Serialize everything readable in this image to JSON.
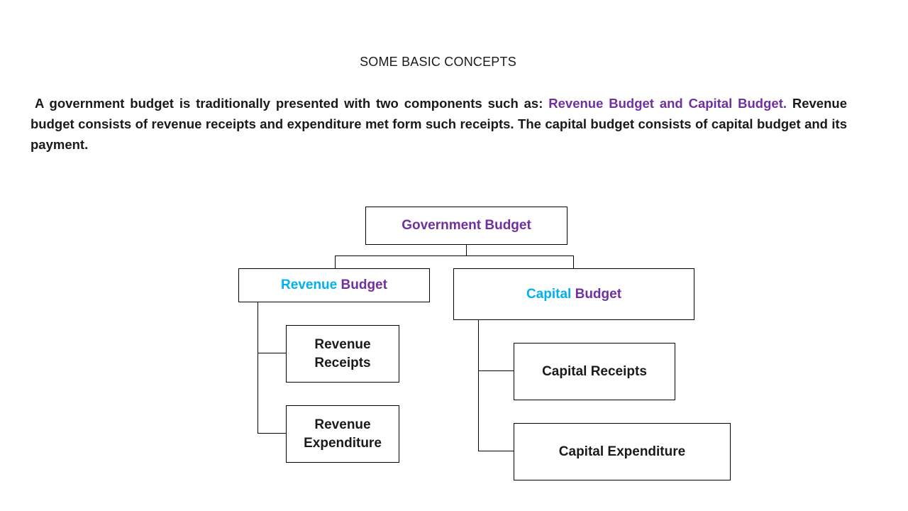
{
  "title": "SOME BASIC CONCEPTS",
  "intro": {
    "part1": "A government budget is traditionally presented with  two components such as: ",
    "highlight": "Revenue Budget and Capital Budget.",
    "part2": " Revenue budget consists of revenue receipts and expenditure met form such receipts. The capital budget consists of capital budget and its payment."
  },
  "diagram": {
    "root": "Government Budget",
    "revenue_budget": {
      "word1": "Revenue",
      "word2": " Budget"
    },
    "capital_budget": {
      "word1": "Capital",
      "word2": " Budget"
    },
    "revenue_receipts": "Revenue Receipts",
    "revenue_expenditure": "Revenue Expenditure",
    "capital_receipts": "Capital Receipts",
    "capital_expenditure": "Capital Expenditure"
  },
  "colors": {
    "text": "#1a1a1a",
    "purple": "#7030a0",
    "blue": "#00b0f0"
  }
}
